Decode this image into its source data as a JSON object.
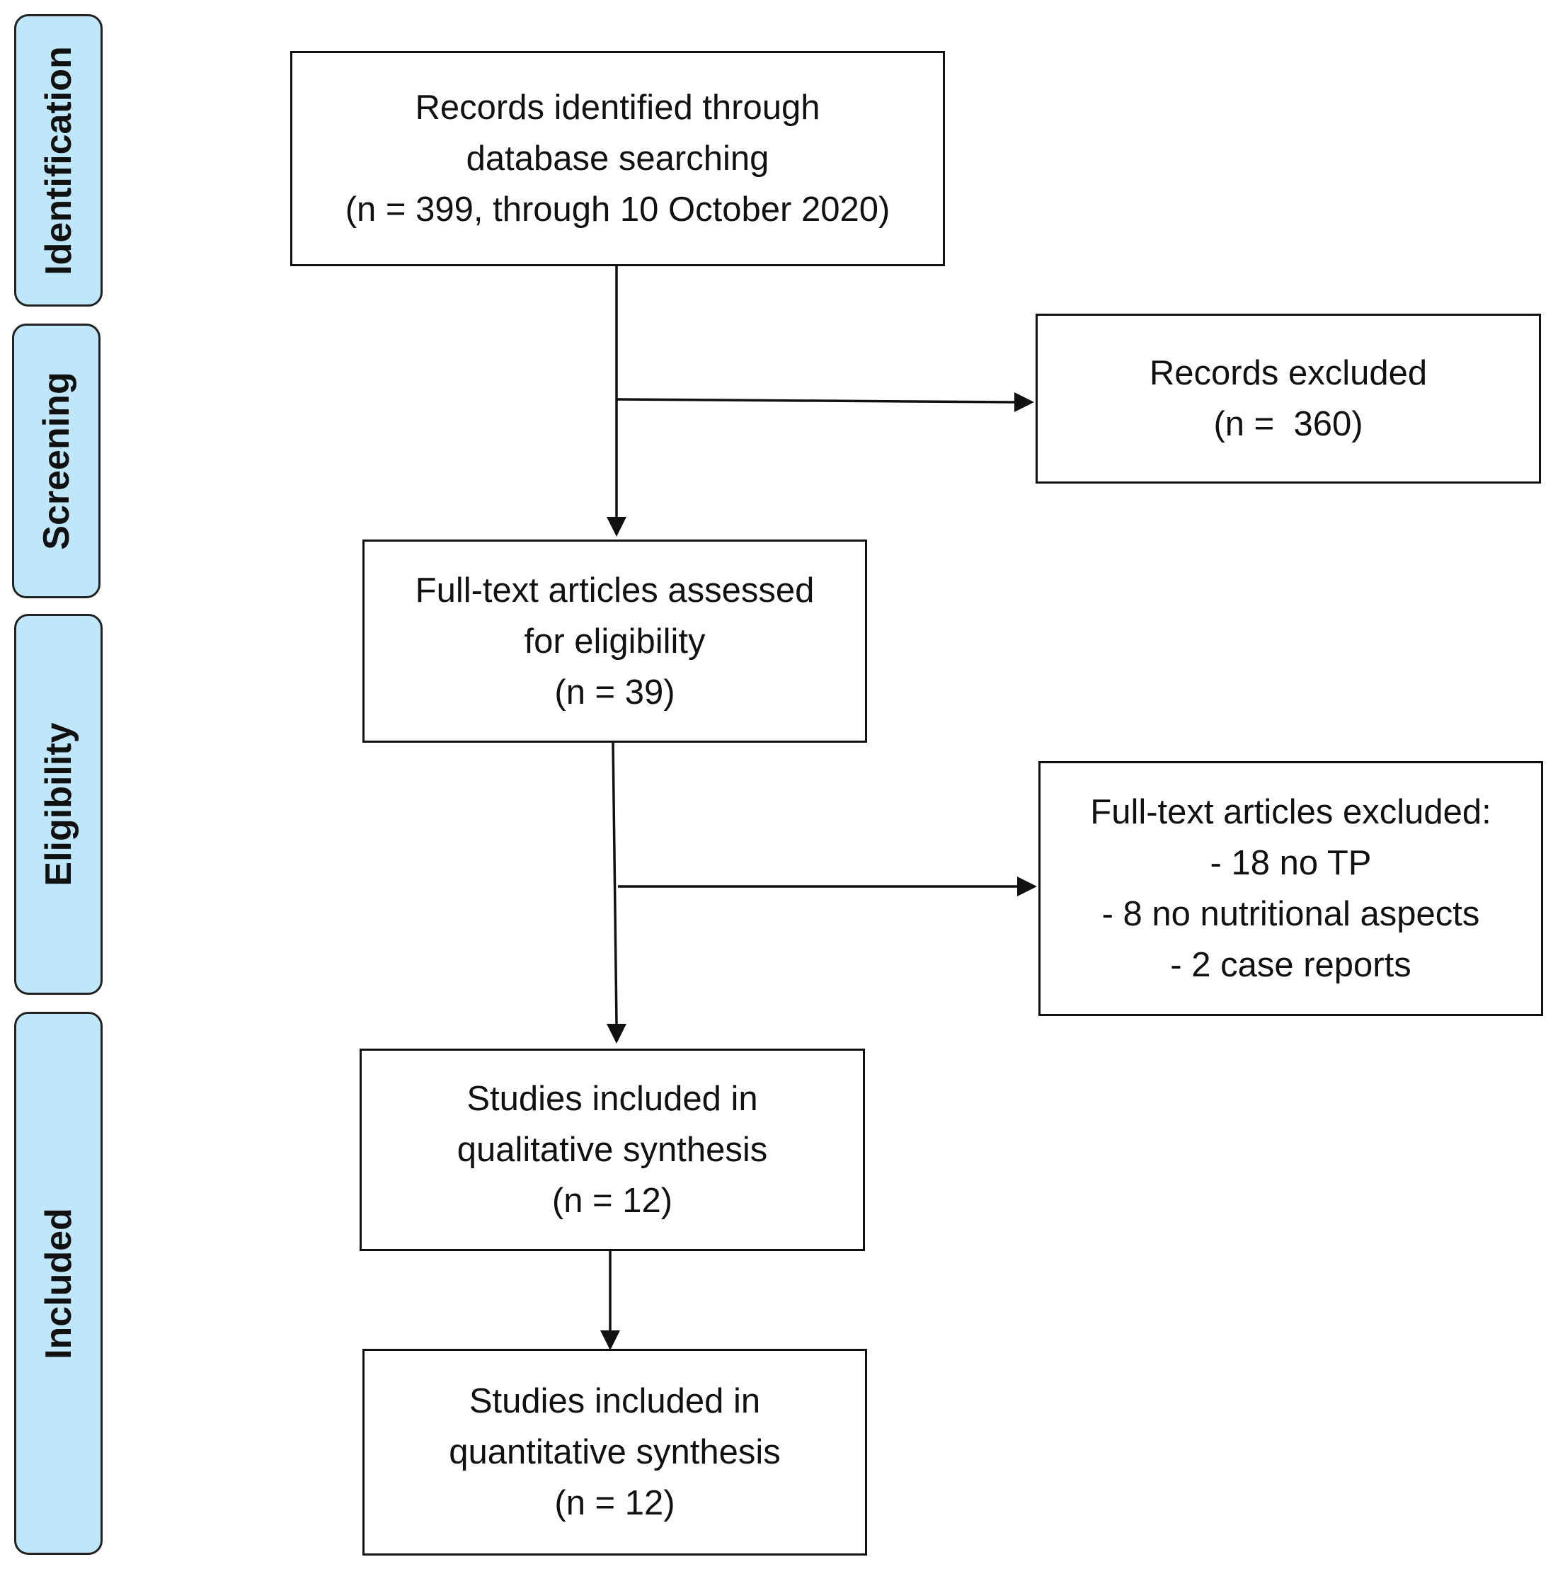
{
  "stages": {
    "identification": "Identification",
    "screening": "Screening",
    "eligibility": "Eligibility",
    "included": "Included"
  },
  "boxes": {
    "identified": {
      "line1": "Records identified through",
      "line2": "database searching",
      "line3": "(n = 399, through 10 October 2020)"
    },
    "excluded": {
      "line1": "Records excluded",
      "line2": "(n =  360)"
    },
    "assessed": {
      "line1": "Full-text articles assessed",
      "line2": "for eligibility",
      "line3": "(n = 39)"
    },
    "fulltext_excluded": {
      "line1": "Full-text articles excluded:",
      "line2": "- 18 no TP",
      "line3": "- 8 no nutritional aspects",
      "line4": "- 2 case reports"
    },
    "qualitative": {
      "line1": "Studies included in",
      "line2": "qualitative synthesis",
      "line3": "(n = 12)"
    },
    "quantitative": {
      "line1": "Studies included in",
      "line2": "quantitative synthesis",
      "line3": "(n = 12)"
    }
  }
}
